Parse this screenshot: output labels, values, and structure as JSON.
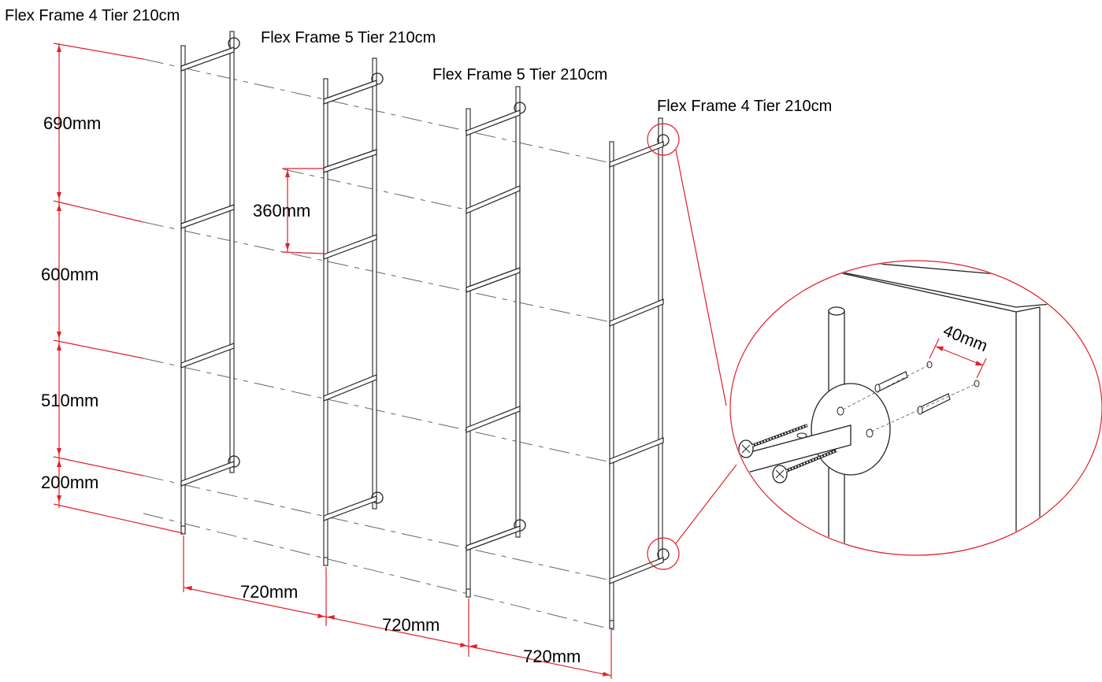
{
  "frames": [
    {
      "id": "frame-1",
      "label": "Flex Frame 4 Tier 210cm"
    },
    {
      "id": "frame-2",
      "label": "Flex Frame 5 Tier 210cm"
    },
    {
      "id": "frame-3",
      "label": "Flex Frame 5 Tier 210cm"
    },
    {
      "id": "frame-4",
      "label": "Flex Frame 4 Tier 210cm"
    }
  ],
  "vertical_dimensions": {
    "top": "690mm",
    "second": "600mm",
    "third": "510mm",
    "bottom": "200mm",
    "shelf_spacing": "360mm"
  },
  "horizontal_dimensions": [
    "720mm",
    "720mm",
    "720mm"
  ],
  "detail": {
    "hole_spacing": "40mm"
  },
  "colors": {
    "dimension": "#e0202a",
    "line": "#222222",
    "centerline": "#666666"
  }
}
